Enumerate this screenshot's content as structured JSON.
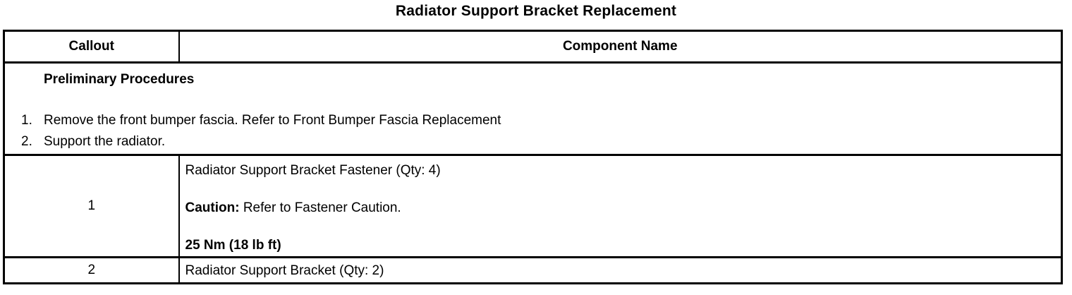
{
  "title": "Radiator Support Bracket Replacement",
  "table": {
    "headers": {
      "callout": "Callout",
      "component": "Component Name"
    },
    "preliminary": {
      "heading": "Preliminary Procedures",
      "steps": [
        {
          "num": "1.",
          "text": "Remove the front bumper fascia. Refer to Front Bumper Fascia Replacement"
        },
        {
          "num": "2.",
          "text": "Support the radiator."
        }
      ]
    },
    "rows": [
      {
        "callout": "1",
        "lines": [
          {
            "text": "Radiator Support Bracket Fastener (Qty: 4)"
          },
          {
            "bold_prefix": "Caution:",
            "text": " Refer to Fastener Caution."
          },
          {
            "text": "25 Nm (18 lb ft)"
          }
        ]
      },
      {
        "callout": "2",
        "lines": [
          {
            "text": "Radiator Support Bracket (Qty: 2)"
          }
        ]
      }
    ]
  },
  "colors": {
    "text": "#000000",
    "border": "#000000",
    "background": "#ffffff"
  }
}
